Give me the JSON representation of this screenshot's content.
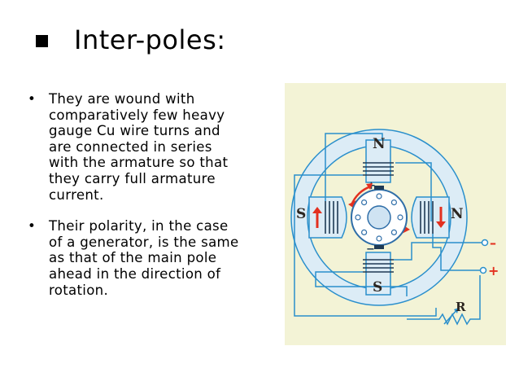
{
  "slide": {
    "title": "Inter-poles:",
    "title_bullet_icon": "square-bullet-icon",
    "bullets": [
      {
        "marker": "•",
        "text": "They are wound with\ncomparatively few heavy\ngauge Cu wire turns and\nare connected in series\nwith the armature so that\nthey carry full armature\ncurrent."
      },
      {
        "marker": "•",
        "text": "Their polarity, in the case\nof a generator, is the same\nas that of the main pole\nahead in the direction of\nrotation."
      }
    ]
  },
  "diagram": {
    "labels": {
      "north_top": "N",
      "south_bottom": "S",
      "south_left": "S",
      "north_right": "N",
      "plus_brush": "+",
      "minus_brush": "−",
      "plus_terminal": "+",
      "minus_terminal": "–",
      "resistor": "R"
    },
    "colors": {
      "background": "#f3f3d6",
      "yoke": "#dcecf6",
      "wires": "#2a8fcc",
      "coils": "#1e3a55",
      "armature": "#2f6ea8",
      "rotation_arrow": "#e3301f",
      "flux_arrows": "#e3301f",
      "terminal_plus": "#e3301f"
    },
    "icons": [
      "dc-generator-interpole-diagram",
      "rotation-arrow-icon",
      "resistor-icon"
    ]
  }
}
